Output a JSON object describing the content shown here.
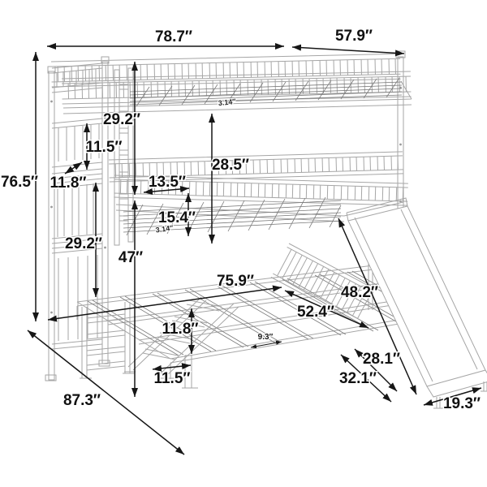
{
  "figure": {
    "subject": "Triple bunk bed with slide — dimension line drawing",
    "unit": "inches",
    "style": {
      "ink_color": "#161616",
      "drawing_color": "#a6a6a6",
      "background": "#ffffff"
    }
  },
  "dims": {
    "top_length": "78.7″",
    "top_width": "57.9″",
    "overall_height": "76.5″",
    "top_bunk_drop": "29.2″",
    "top_guard_gap": "11.5″",
    "top_ladder_depth": "11.8″",
    "middle_opening_width": "13.5″",
    "middle_guard_height": "15.4″",
    "top_to_middle_clearance": "28.5″",
    "middle_bunk_drop": "29.2″",
    "middle_to_floor": "47″",
    "bottom_length": "75.9″",
    "bottom_width": "52.4″",
    "slide_length": "48.2″",
    "bottom_rail_height": "11.8″",
    "bottom_ladder_width": "11.5″",
    "slide_run_upper": "28.1″",
    "slide_run_lower": "32.1″",
    "slide_end_width": "19.3″",
    "overall_depth": "87.3″",
    "top_slat_gap": "3.14″",
    "middle_slat_gap": "3.14″",
    "bottom_slat_gap": "9.3″"
  }
}
